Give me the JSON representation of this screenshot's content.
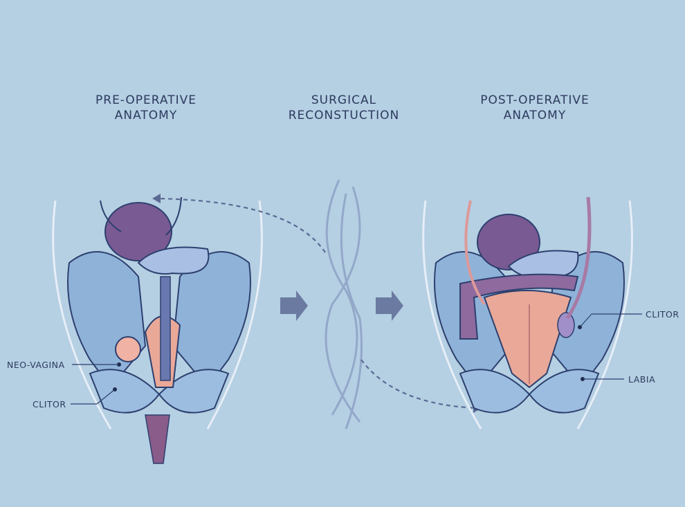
{
  "titles": {
    "pre": [
      "PRE-OPERATIVE",
      "ANATOMY"
    ],
    "mid": [
      "SURGICAL",
      "RECONSTUCTION"
    ],
    "post": [
      "POST-OPERATIVE",
      "ANATOMY"
    ]
  },
  "labels": {
    "neo_vagina": "NEO-VAGINA",
    "clitor_left": "CLITOR",
    "clitor_right": "CLITOR",
    "labia": "LABIA"
  },
  "colors": {
    "background": "#b5cfe3",
    "bone": "#8fb2d8",
    "outline": "#2c3f6e",
    "bladder": "#7a5a93",
    "tissue": "#e9a898",
    "arrow": "#6b7aa0"
  }
}
